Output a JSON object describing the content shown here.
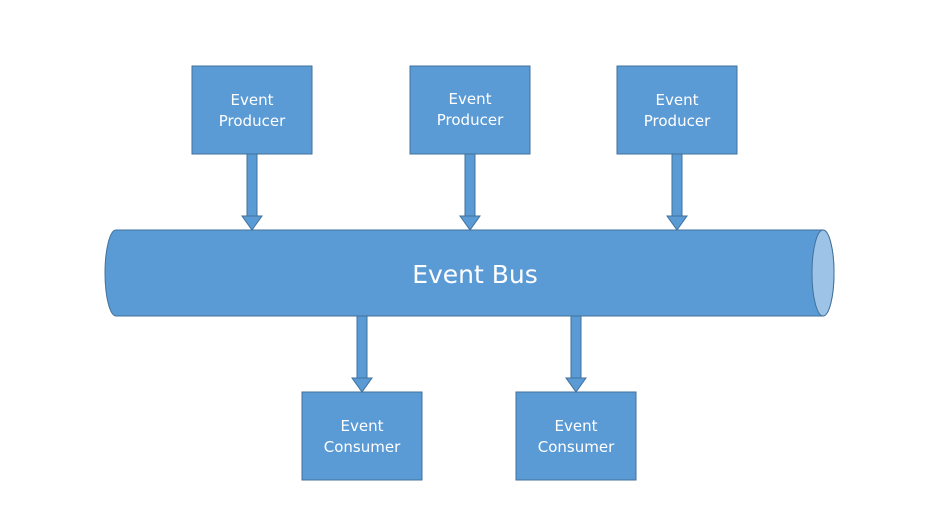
{
  "diagram": {
    "bus": {
      "label": "Event Bus"
    },
    "producers": [
      {
        "line1": "Event",
        "line2": "Producer"
      },
      {
        "line1": "Event",
        "line2": "Producer"
      },
      {
        "line1": "Event",
        "line2": "Producer"
      }
    ],
    "consumers": [
      {
        "line1": "Event",
        "line2": "Consumer"
      },
      {
        "line1": "Event",
        "line2": "Consumer"
      }
    ]
  },
  "colors": {
    "node_fill": "#5B9BD5",
    "node_stroke": "#41719C",
    "cylinder_end": "#9DC3E6",
    "text": "#ffffff"
  }
}
